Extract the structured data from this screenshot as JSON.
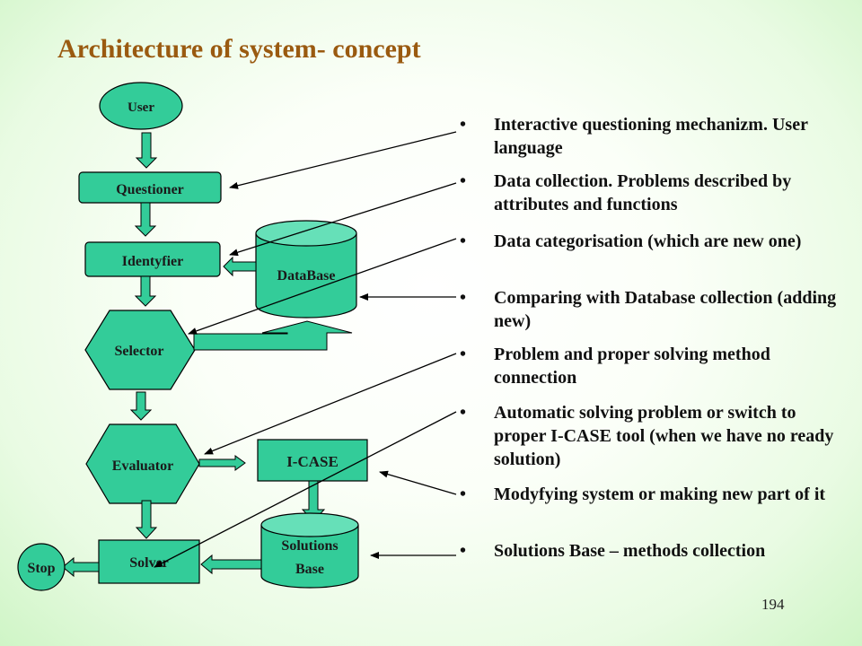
{
  "title": "Architecture of system- concept",
  "nodes": {
    "user": "User",
    "questioner": "Questioner",
    "identyfier": "Identyfier",
    "database": "DataBase",
    "selector": "Selector",
    "evaluator": "Evaluator",
    "icase": "I-CASE",
    "solutions_base_line1": "Solutions",
    "solutions_base_line2": "Base",
    "solver": "Solver",
    "stop": "Stop"
  },
  "bullets": [
    {
      "marker": "•",
      "text": "Interactive questioning mechanizm. User language"
    },
    {
      "marker": "•",
      "text": "Data collection. Problems described by attributes and functions"
    },
    {
      "marker": "•",
      "text": "Data categorisation (which are new one)"
    },
    {
      "marker": "•",
      "text": "Comparing with Database collection (adding new)"
    },
    {
      "marker": "•",
      "text": "Problem and proper solving method connection"
    },
    {
      "marker": "•",
      "text": "Automatic solving problem or switch to proper I-CASE tool (when we have no ready solution)"
    },
    {
      "marker": "•",
      "text": "Modyfying system or making new part of it"
    },
    {
      "marker": "•",
      "text": "Solutions Base – methods collection"
    }
  ],
  "page_number": "194",
  "colors": {
    "shape_fill": "#33cc99",
    "cylinder_top": "#66e0b8",
    "title_color": "#9a5a10",
    "background_edge": "#cff5c6"
  }
}
